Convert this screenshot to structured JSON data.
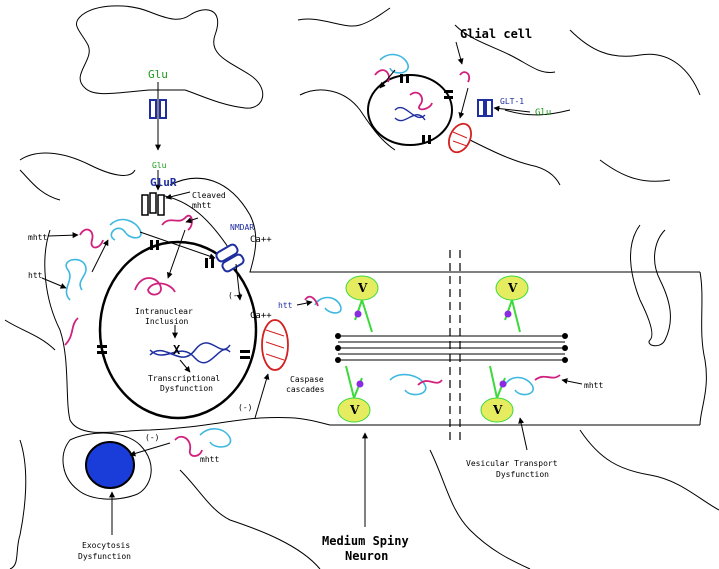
{
  "labels": {
    "glu_top": "Glu",
    "glu_mid": "Glu",
    "glur": "GluR",
    "cleaved_mhtt_1": "Cleaved",
    "cleaved_mhtt_2": "mhtt",
    "mhtt_left": "mhtt",
    "htt_left": "htt",
    "nmdar": "NMDAR",
    "ca_1": "Ca++",
    "ca_2": "Ca++",
    "minus_1": "(-)",
    "minus_2": "(-)",
    "minus_3": "(-)",
    "intranuclear_1": "Intranuclear",
    "intranuclear_2": "Inclusion",
    "transcriptional_1": "Transcriptional",
    "transcriptional_2": "Dysfunction",
    "caspase_1": "Caspase",
    "caspase_2": "cascades",
    "mhtt_bottom": "mhtt",
    "exocytosis_1": "Exocytosis",
    "exocytosis_2": "Dysfunction",
    "msn_1": "Medium Spiny",
    "msn_2": "Neuron",
    "htt_right": "htt",
    "mhtt_right": "mhtt",
    "vesicular_1": "Vesicular Transport",
    "vesicular_2": "Dysfunction",
    "glial_cell": "Glial cell",
    "glt1": "GLT-1",
    "glu_glial": "Glu",
    "x_mark": "X",
    "vesicle": "V"
  },
  "colors": {
    "htt": "#3fb8e0",
    "mhtt": "#d0217f",
    "glu_text": "#1a9a1a",
    "receptor": "#1f2fa0",
    "mitochondria": "#d42020",
    "vesicle": "#e6ec60",
    "motor": "#3cd83c",
    "motor_head": "#8a2be2",
    "exocytosis_vesicle": "#1a3cd8"
  }
}
